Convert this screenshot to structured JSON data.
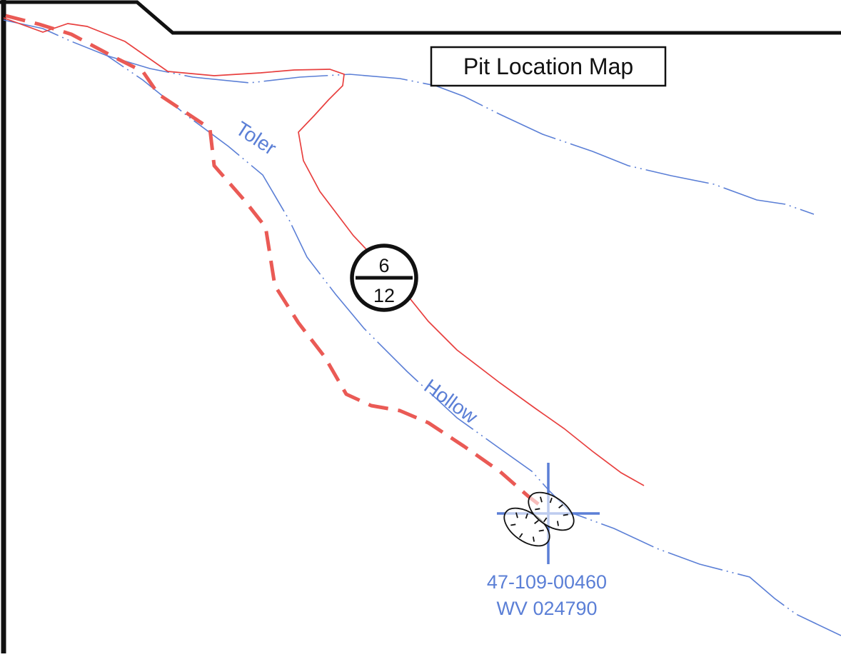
{
  "map": {
    "title": "Pit Location Map",
    "stream_name_part1": "Toler",
    "stream_name_part2": "Hollow",
    "route_marker": {
      "top": "6",
      "bottom": "12"
    },
    "well": {
      "api_number": "47-109-00460",
      "permit_number": "WV 024790"
    },
    "colors": {
      "stream": "#5b7fd6",
      "road": "#e8403f",
      "access_road": "#ea5a55",
      "marker": "#111111",
      "frame": "#111111"
    },
    "icons": {
      "well": "crosshair-icon",
      "pit": "pit-ellipse-icon",
      "route_shield": "route-marker-icon"
    }
  }
}
